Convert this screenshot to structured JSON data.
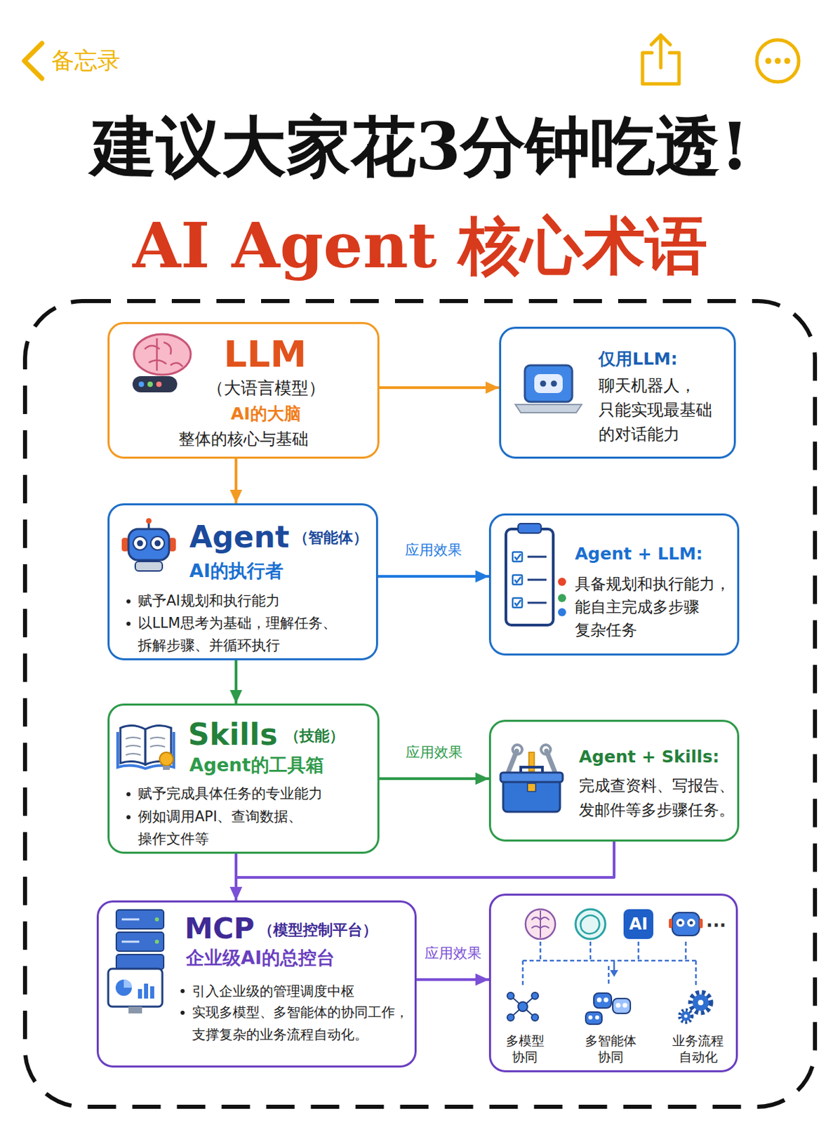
{
  "diagram": {
    "title": "建议大家花3分钟吃透!",
    "nodes": [
      {
        "text": [
          "LLM",
          "（大语言模型）",
          "AI的大脑",
          "整体的核心与基础"
        ]
      },
      {
        "text": [
          "仅用LLM:",
          "聊天机器人， 只能实现最基础 的对话能力"
        ]
      },
      {
        "text": [
          "Agent",
          "（智能体）",
          "AI的执行者",
          "赋予AI规划和执行能力",
          "以LLM思考为基础，理解任务、 拆解步骤、并循环执行"
        ]
      },
      {
        "text": [
          "Agent + LLM:",
          "具备规划和执行能力， 能自主完成多步骤 复杂任务"
        ]
      },
      {
        "text": [
          "Skills",
          "（技能）",
          "Agent的工具箱",
          "赋予完成具体任务的专业能力",
          "例如调用API、查询数据、 操作文件等"
        ]
      },
      {
        "text": [
          "Agent + Skills:",
          "完成查资料、写报告、 发邮件等多步骤任务。"
        ]
      },
      {
        "text": [
          "MCP",
          "（模型控制平台）",
          "企业级AI的总控台",
          "引入企业级的管理调度中枢",
          "实现多模型、多智能体的协同工作， 支撑复杂的业务流程自动化。"
        ]
      },
      {
        "text": [
          "多模型 协同",
          "多智能体 协同",
          "业务流程 自动化"
        ]
      }
    ],
    "edges": [
      {
        "from": 0,
        "to": 1,
        "arrow": "to"
      },
      {
        "from": 0,
        "to": 2,
        "arrow": "to"
      },
      {
        "from": 2,
        "to": 3,
        "label": "应用效果",
        "arrow": "to"
      },
      {
        "from": 2,
        "to": 4,
        "arrow": "to"
      },
      {
        "from": 4,
        "to": 5,
        "label": "应用效果",
        "arrow": "to"
      },
      {
        "from": 4,
        "to": 6,
        "arrow": "to"
      },
      {
        "from": 5,
        "to": 6,
        "arrow": "to"
      },
      {
        "from": 6,
        "to": 7,
        "label": "应用效果",
        "arrow": "to"
      }
    ],
    "labels": [
      "备忘录",
      "AI Agent 核心术语",
      "AI",
      "..."
    ]
  }
}
